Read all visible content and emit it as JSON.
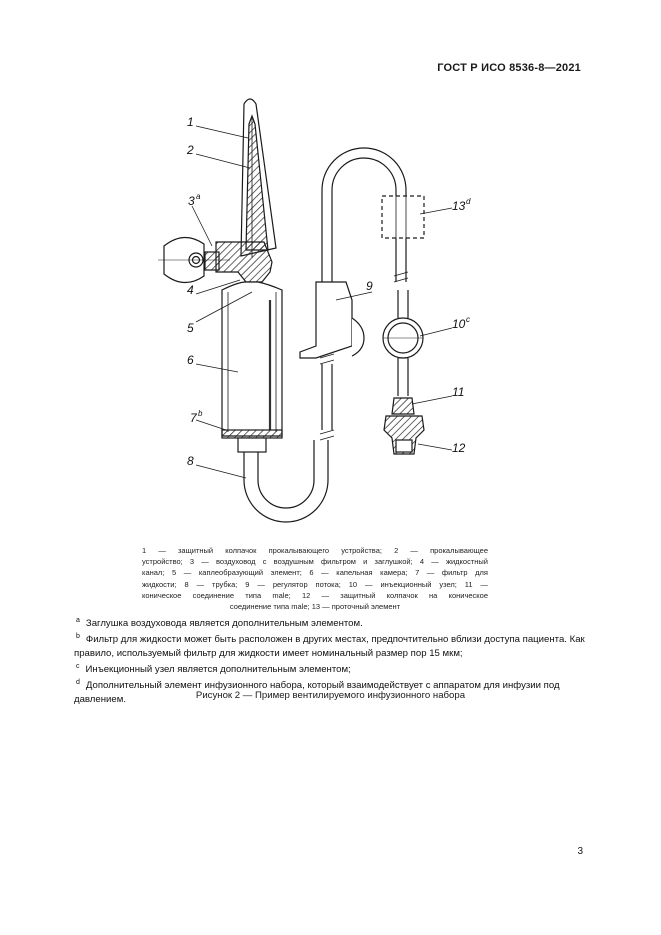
{
  "header": {
    "standard_code": "ГОСТ Р ИСО 8536-8—2021"
  },
  "figure": {
    "labels": [
      {
        "num": "1",
        "sup": ""
      },
      {
        "num": "2",
        "sup": ""
      },
      {
        "num": "3",
        "sup": "a"
      },
      {
        "num": "4",
        "sup": ""
      },
      {
        "num": "5",
        "sup": ""
      },
      {
        "num": "6",
        "sup": ""
      },
      {
        "num": "7",
        "sup": "b"
      },
      {
        "num": "8",
        "sup": ""
      },
      {
        "num": "9",
        "sup": ""
      },
      {
        "num": "10",
        "sup": "c"
      },
      {
        "num": "11",
        "sup": ""
      },
      {
        "num": "12",
        "sup": ""
      },
      {
        "num": "13",
        "sup": "d"
      }
    ],
    "caption_lines": [
      "1 — защитный колпачок прокалывающего устройства; 2 — прокалывающее",
      "устройство; 3 — воздуховод с воздушным фильтром и заглушкой; 4 — жидкостный",
      "канал; 5 — каплеобразующий элемент; 6 — капельная камера; 7 — фильтр для",
      "жидкости; 8 — трубка; 9 — регулятор потока; 10 — инъекционный узел; 11 —",
      "коническое соединение типа male; 12 — защитный колпачок на коническое",
      "соединение типа male; 13 — проточный элемент"
    ]
  },
  "notes": [
    {
      "key": "a",
      "text": "Заглушка воздуховода является дополнительным элементом."
    },
    {
      "key": "b",
      "text": "Фильтр для жидкости может быть расположен в других местах, предпочтительно вблизи доступа пациента. Как правило, используемый фильтр для жидкости имеет номинальный размер пор 15 мкм;"
    },
    {
      "key": "c",
      "text": "Инъекционный узел является дополнительным элементом;"
    },
    {
      "key": "d",
      "text": "Дополнительный элемент инфузионного набора, который взаимодействует с аппаратом для инфузии под давлением."
    }
  ],
  "figure_title": "Рисунок 2 — Пример вентилируемого инфузионного набора",
  "page_number": "3"
}
